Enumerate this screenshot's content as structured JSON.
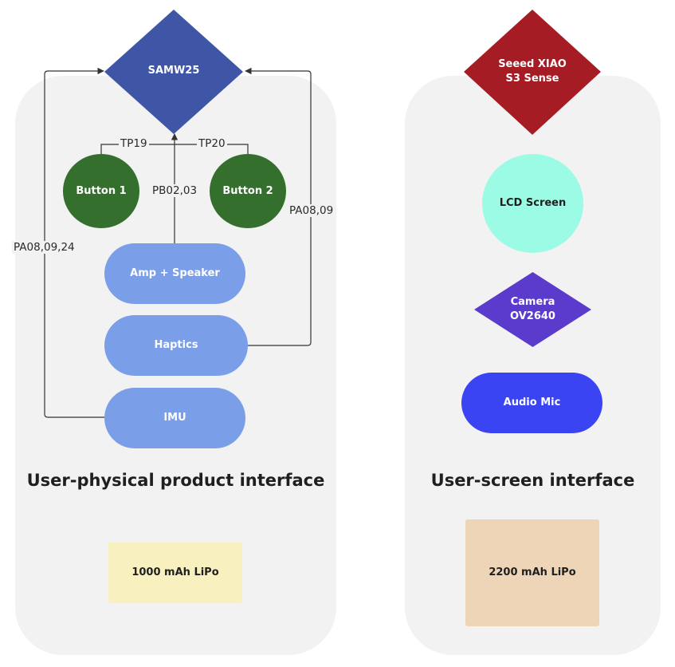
{
  "left_section": {
    "title": "User-physical product interface",
    "nodes": {
      "samw25": "SAMW25",
      "button1": "Button 1",
      "button2": "Button 2",
      "amp_speaker": "Amp + Speaker",
      "haptics": "Haptics",
      "imu": "IMU",
      "battery": "1000 mAh LiPo"
    },
    "edge_labels": {
      "tp19": "TP19",
      "tp20": "TP20",
      "pb0203": "PB02,03",
      "pa0809": "PA08,09",
      "pa080924": "PA08,09,24"
    }
  },
  "right_section": {
    "title": "User-screen interface",
    "nodes": {
      "xiao": "Seeed XIAO\nS3 Sense",
      "lcd": "LCD Screen",
      "camera": "Camera\nOV2640",
      "mic": "Audio Mic",
      "battery": "2200 mAh LiPo"
    }
  },
  "colors": {
    "panel": "#f2f2f3",
    "samw25": "#3f56a6",
    "button": "#356f2e",
    "pill": "#7b9ee8",
    "battery_left": "#f8f1bf",
    "xiao": "#a61c24",
    "lcd": "#9cfbe5",
    "camera": "#5b3bcc",
    "mic": "#3b44f2",
    "battery_right": "#efd5b8"
  }
}
